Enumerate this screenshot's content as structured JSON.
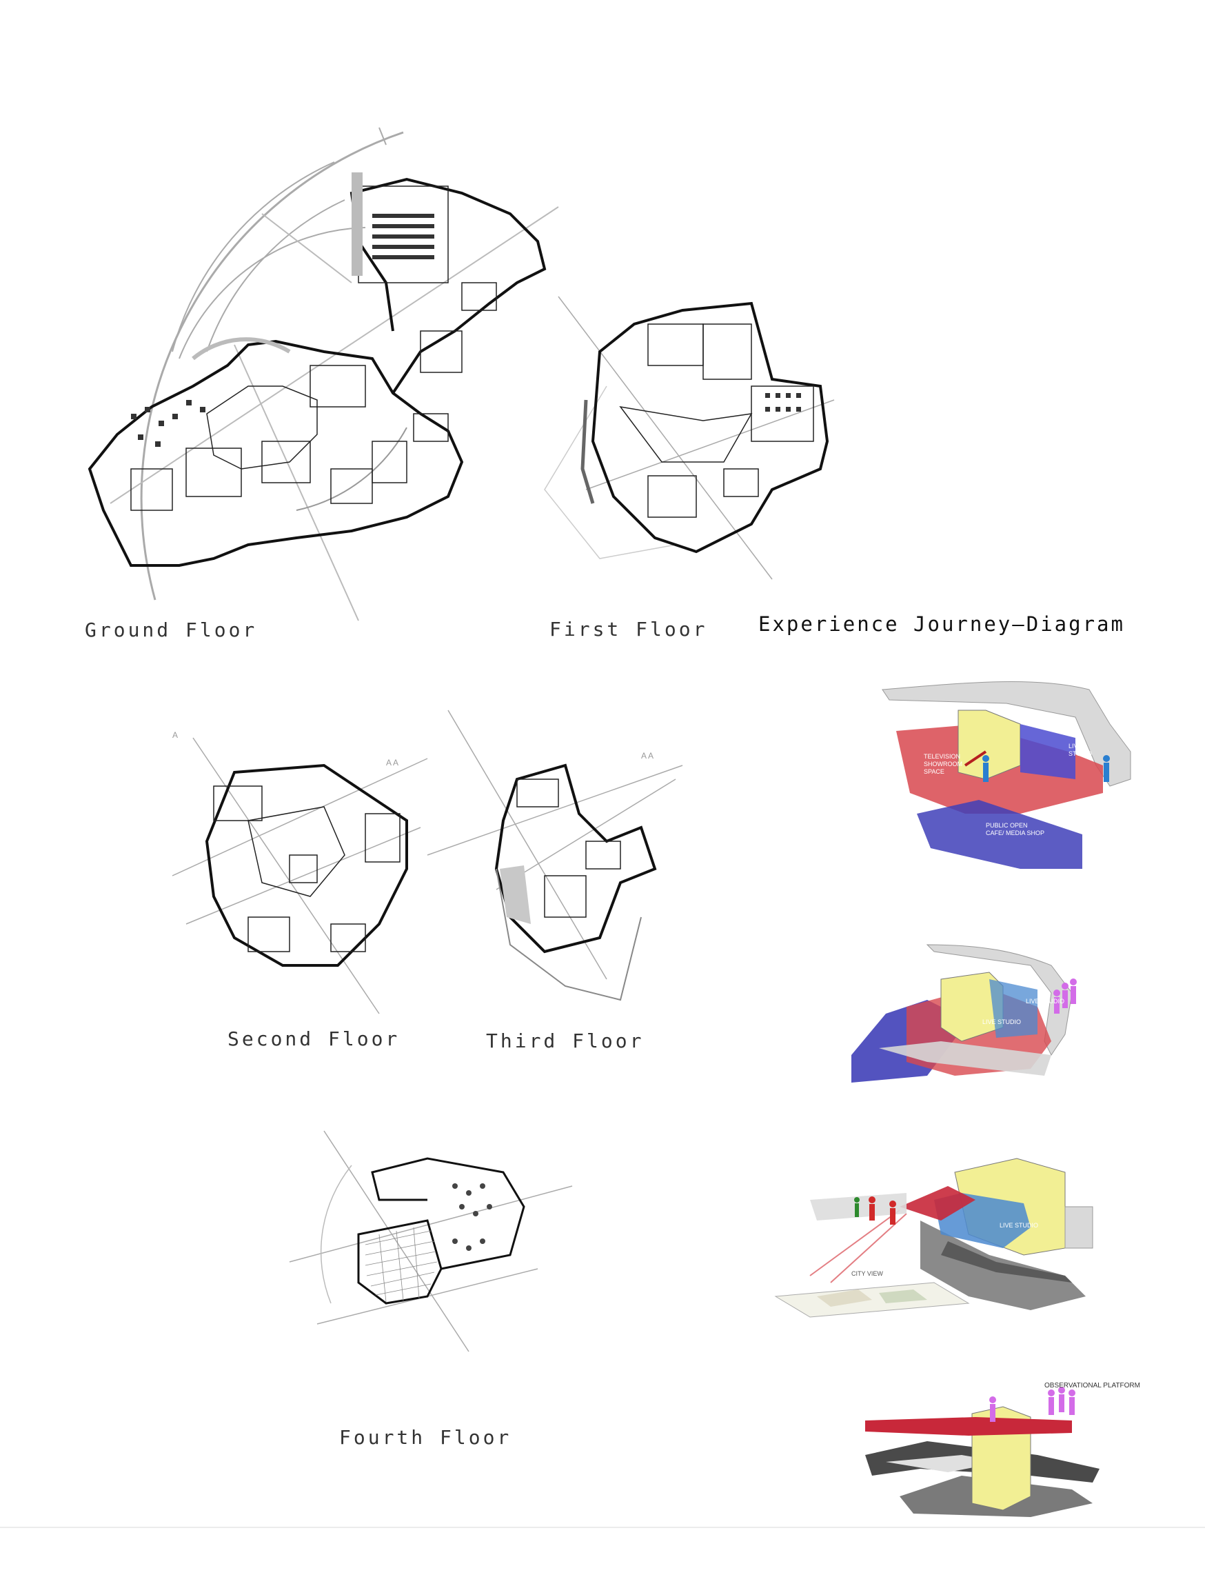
{
  "floors": [
    {
      "id": "ground",
      "label": "Ground Floor"
    },
    {
      "id": "first",
      "label": "First Floor"
    },
    {
      "id": "second",
      "label": "Second Floor"
    },
    {
      "id": "third",
      "label": "Third Floor"
    },
    {
      "id": "fourth",
      "label": "Fourth Floor"
    }
  ],
  "journey": {
    "title": "Experience Journey–Diagram",
    "stages": [
      {
        "labels": [
          "TELEVISION",
          "SHOWROOM",
          "SPACE",
          "LIVE",
          "STUDIO",
          "PUBLIC OPEN",
          "CAFE/ MEDIA SHOP"
        ]
      },
      {
        "labels": [
          "LIVE STUDIO",
          "LIVE STUDIO"
        ]
      },
      {
        "labels": [
          "LIVE STUDIO",
          "CITY VIEW"
        ]
      },
      {
        "labels": [
          "OBSERVATIONAL PLATFORM"
        ]
      }
    ]
  },
  "colors": {
    "red": "#c8283a",
    "blue": "#3338b8",
    "yellow": "#f2ef94",
    "grey": "#8a8a8a",
    "figure_blue": "#2a7fd0",
    "figure_purple": "#d36ce8",
    "figure_red": "#d12a2a",
    "figure_green": "#2d8a2d"
  }
}
